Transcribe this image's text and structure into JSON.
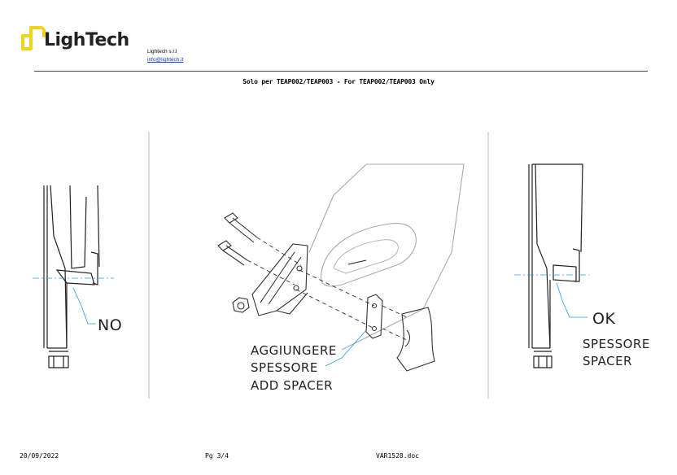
{
  "header": {
    "brand": "LighTech",
    "company": "Lightech s.r.l",
    "email": "info@lightech.it",
    "title": "Solo per TEAP002/TEAP003  - For TEAP002/TEAP003 Only"
  },
  "labels": {
    "no": "NO",
    "ok": "OK",
    "spessore": "SPESSORE",
    "spacer": "SPACER",
    "aggiungere": "AGGIUNGERE",
    "spessore_mid": "SPESSORE",
    "add_spacer": "ADD SPACER"
  },
  "footer": {
    "date": "20/09/2022",
    "page": "Pg 3/4",
    "file": "VAR1528.doc"
  },
  "colors": {
    "accent": "#f2d21b",
    "link": "#1a3bd6",
    "guide": "#2a9ad8"
  }
}
